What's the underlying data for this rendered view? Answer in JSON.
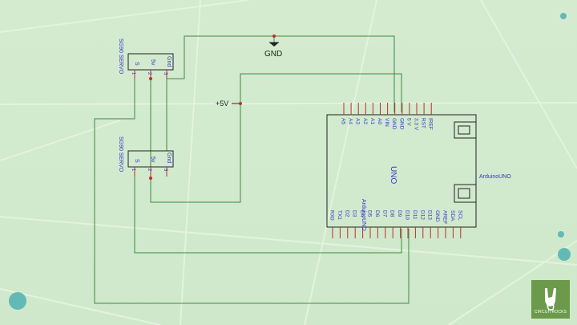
{
  "labels": {
    "gnd": "GND",
    "five_volt": "+5V",
    "board_name": "UNO",
    "board_part": "ArduinoUNO",
    "servo1": "SG90 SERVO",
    "servo2": "SG90 SERVO",
    "logo_text": "CIRCUITROCKS"
  },
  "servo_pins": [
    {
      "num": "1",
      "name": "S"
    },
    {
      "num": "2",
      "name": "5v"
    },
    {
      "num": "3",
      "name": "Gnd"
    }
  ],
  "arduino_top_pins": [
    "A5",
    "A4",
    "A3",
    "A2",
    "A1",
    "A0",
    "VIN",
    "GND",
    "GND",
    "5 V",
    "3.3 V",
    "RST",
    "IREF"
  ],
  "arduino_bottom_pins": [
    "RX0",
    "TX1",
    "D2",
    "D3",
    "D4",
    "D5",
    "D6",
    "D7",
    "D8",
    "D9",
    "D10",
    "D11",
    "D12",
    "D13",
    "GND",
    "AREF",
    "SDA",
    "SCL"
  ],
  "colors": {
    "background": "#d4ebd0",
    "wire": "#3f8a3f",
    "pin_dot": "#c22c2c",
    "label_blue": "#3535c8",
    "logo": "#6a9a4a"
  }
}
